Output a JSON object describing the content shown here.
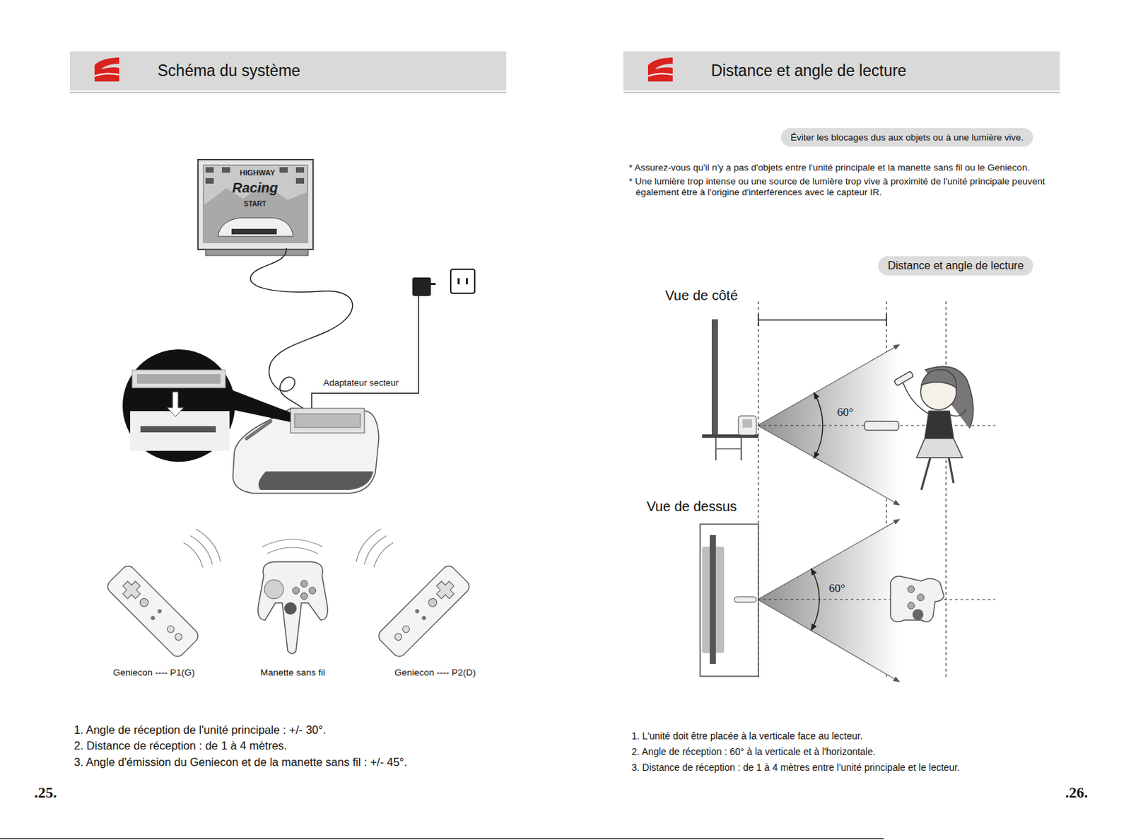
{
  "diagram": {
    "nodes": [
      {
        "text": [
          "Schéma du système"
        ]
      },
      {
        "text": [
          "Distance et angle de lecture"
        ]
      },
      {
        "text": [
          "Éviter les blocages dus aux objets ou à une lumière vive."
        ]
      },
      {
        "text": [
          "Distance et angle de lecture"
        ]
      }
    ],
    "labels": [
      "HIGHWAY",
      "Racing",
      "START",
      "Adaptateur secteur",
      "Geniecon ---- P1(G)",
      "Manette sans fil",
      "Geniecon ---- P2(D)",
      "1. Angle de réception de l'unité principale : +/- 30°.",
      "2. Distance de réception : de 1 à 4 mètres.",
      "3. Angle d'émission du Geniecon et de la manette sans fil : +/- 45°.",
      ".25.",
      "* Assurez-vous qu'il n'y a pas d'objets entre l'unité principale et la manette sans fil ou le Geniecon.",
      "* Une lumière trop intense ou une source de lumière trop vive à proximité de l'unité principale peuvent également être à l'origine d'interférences avec le capteur IR.",
      "Vue de côté",
      "60°",
      "Vue de dessus",
      "60°",
      "1. L'unité doit être placée à la verticale face au lecteur.",
      "2. Angle de réception : 60° à la verticale et à l'horizontale.",
      "3. Distance de réception : de 1 à 4 mètres entre l'unité principale et le lecteur.",
      ".26."
    ]
  }
}
